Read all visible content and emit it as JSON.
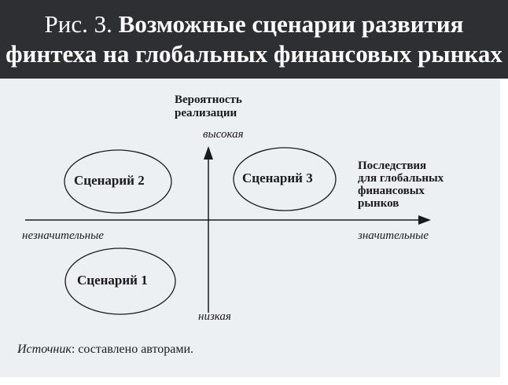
{
  "title": {
    "prefix": "Рис. 3.",
    "line1": "Возможные сценарии развития",
    "line2": "финтеха на глобальных финансовых рынках"
  },
  "diagram": {
    "y_axis": {
      "label_line1": "Вероятность",
      "label_line2": "реализации",
      "high": "высокая",
      "low": "низкая"
    },
    "x_axis": {
      "label_line1": "Последствия",
      "label_line2": "для глобальных",
      "label_line3": "финансовых",
      "label_line4": "рынков",
      "low": "незначительные",
      "high": "значительные"
    },
    "scenarios": [
      "Сценарий 1",
      "Сценарий 2",
      "Сценарий 3"
    ]
  },
  "source": {
    "label": "Источник",
    "text": ": составлено авторами."
  }
}
